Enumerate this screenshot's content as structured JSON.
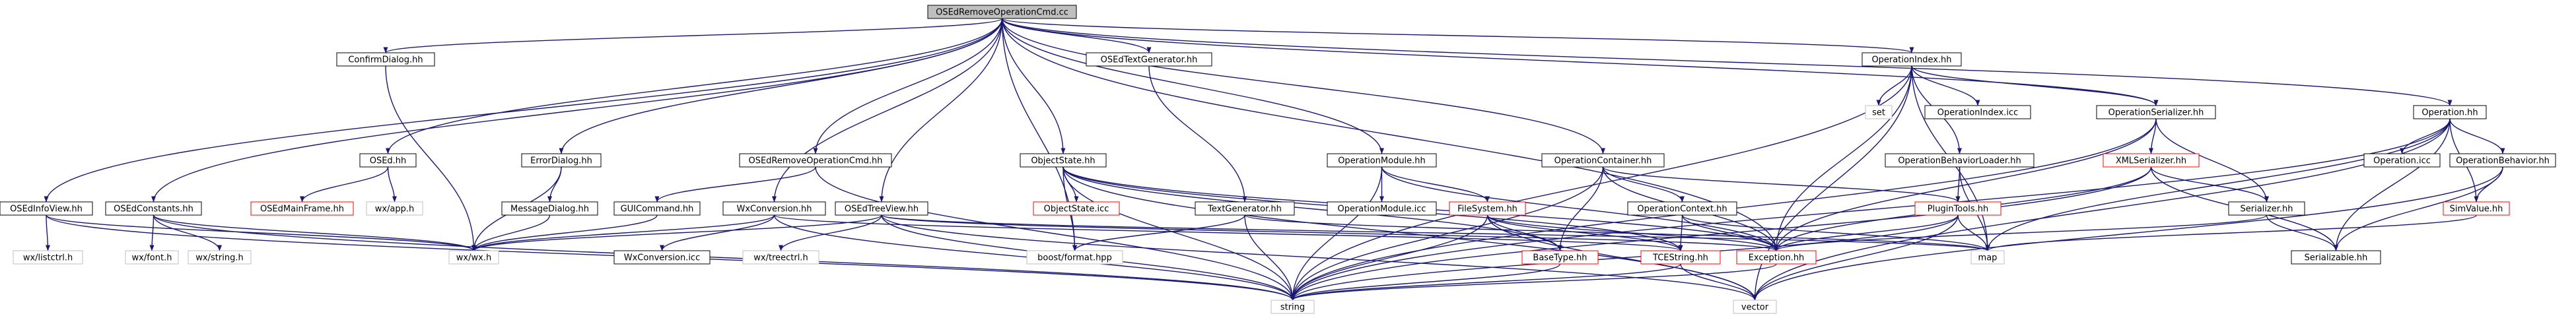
{
  "diagram": {
    "type": "include-dependency-graph",
    "root": "OSEdRemoveOperationCmd.cc",
    "colors": {
      "edge": "#191970",
      "root_fill": "#bfbfbf",
      "documented_border": "#000000",
      "undocumented_border": "#ff0000",
      "system_border": "#bfbfbf"
    },
    "nodes": [
      {
        "id": "root",
        "label": "OSEdRemoveOperationCmd.cc",
        "kind": "root"
      },
      {
        "id": "ConfirmDialog",
        "label": "ConfirmDialog.hh",
        "kind": "documented"
      },
      {
        "id": "OSEdTextGenerator",
        "label": "OSEdTextGenerator.hh",
        "kind": "documented"
      },
      {
        "id": "OperationIndex",
        "label": "OperationIndex.hh",
        "kind": "documented"
      },
      {
        "id": "OSEd",
        "label": "OSEd.hh",
        "kind": "documented"
      },
      {
        "id": "ErrorDialog",
        "label": "ErrorDialog.hh",
        "kind": "documented"
      },
      {
        "id": "OSEdRemoveOperationCmd",
        "label": "OSEdRemoveOperationCmd.hh",
        "kind": "documented"
      },
      {
        "id": "ObjectState",
        "label": "ObjectState.hh",
        "kind": "documented"
      },
      {
        "id": "OperationModule",
        "label": "OperationModule.hh",
        "kind": "documented"
      },
      {
        "id": "OperationContainer",
        "label": "OperationContainer.hh",
        "kind": "documented"
      },
      {
        "id": "set",
        "label": "set",
        "kind": "system"
      },
      {
        "id": "OperationIndexIcc",
        "label": "OperationIndex.icc",
        "kind": "documented"
      },
      {
        "id": "OperationSerializer",
        "label": "OperationSerializer.hh",
        "kind": "documented"
      },
      {
        "id": "Operation",
        "label": "Operation.hh",
        "kind": "documented"
      },
      {
        "id": "OSEdInfoView",
        "label": "OSEdInfoView.hh",
        "kind": "documented"
      },
      {
        "id": "OSEdConstants",
        "label": "OSEdConstants.hh",
        "kind": "documented"
      },
      {
        "id": "OSEdMainFrame",
        "label": "OSEdMainFrame.hh",
        "kind": "undocumented"
      },
      {
        "id": "wxapp",
        "label": "wx/app.h",
        "kind": "system"
      },
      {
        "id": "MessageDialog",
        "label": "MessageDialog.hh",
        "kind": "documented"
      },
      {
        "id": "GUICommand",
        "label": "GUICommand.hh",
        "kind": "documented"
      },
      {
        "id": "WxConversion",
        "label": "WxConversion.hh",
        "kind": "documented"
      },
      {
        "id": "OSEdTreeView",
        "label": "OSEdTreeView.hh",
        "kind": "documented"
      },
      {
        "id": "ObjectStateIcc",
        "label": "ObjectState.icc",
        "kind": "undocumented"
      },
      {
        "id": "TextGenerator",
        "label": "TextGenerator.hh",
        "kind": "documented"
      },
      {
        "id": "OperationModuleIcc",
        "label": "OperationModule.icc",
        "kind": "documented"
      },
      {
        "id": "FileSystem",
        "label": "FileSystem.hh",
        "kind": "undocumented"
      },
      {
        "id": "OperationContext",
        "label": "OperationContext.hh",
        "kind": "documented"
      },
      {
        "id": "OperationBehaviorLoader",
        "label": "OperationBehaviorLoader.hh",
        "kind": "documented"
      },
      {
        "id": "XMLSerializer",
        "label": "XMLSerializer.hh",
        "kind": "undocumented"
      },
      {
        "id": "Serializer",
        "label": "Serializer.hh",
        "kind": "documented"
      },
      {
        "id": "OperationIcc",
        "label": "Operation.icc",
        "kind": "documented"
      },
      {
        "id": "OperationBehavior",
        "label": "OperationBehavior.hh",
        "kind": "documented"
      },
      {
        "id": "SimValue",
        "label": "SimValue.hh",
        "kind": "undocumented"
      },
      {
        "id": "PluginTools",
        "label": "PluginTools.hh",
        "kind": "undocumented"
      },
      {
        "id": "wxlistctrl",
        "label": "wx/listctrl.h",
        "kind": "system"
      },
      {
        "id": "wxfont",
        "label": "wx/font.h",
        "kind": "system"
      },
      {
        "id": "wxstring",
        "label": "wx/string.h",
        "kind": "system"
      },
      {
        "id": "wxwx",
        "label": "wx/wx.h",
        "kind": "system"
      },
      {
        "id": "WxConversionIcc",
        "label": "WxConversion.icc",
        "kind": "documented"
      },
      {
        "id": "wxtreectrl",
        "label": "wx/treectrl.h",
        "kind": "system"
      },
      {
        "id": "boostformat",
        "label": "boost/format.hpp",
        "kind": "system"
      },
      {
        "id": "BaseType",
        "label": "BaseType.hh",
        "kind": "undocumented"
      },
      {
        "id": "TCEString",
        "label": "TCEString.hh",
        "kind": "undocumented"
      },
      {
        "id": "Exception",
        "label": "Exception.hh",
        "kind": "undocumented"
      },
      {
        "id": "map",
        "label": "map",
        "kind": "system"
      },
      {
        "id": "Serializable",
        "label": "Serializable.hh",
        "kind": "documented"
      },
      {
        "id": "string",
        "label": "string",
        "kind": "system"
      },
      {
        "id": "vector",
        "label": "vector",
        "kind": "system"
      }
    ],
    "edges": [
      [
        "root",
        "ConfirmDialog"
      ],
      [
        "root",
        "OSEdTextGenerator"
      ],
      [
        "root",
        "OperationIndex"
      ],
      [
        "root",
        "OSEd"
      ],
      [
        "root",
        "ErrorDialog"
      ],
      [
        "root",
        "OSEdRemoveOperationCmd"
      ],
      [
        "root",
        "ObjectState"
      ],
      [
        "root",
        "OperationModule"
      ],
      [
        "root",
        "OperationContainer"
      ],
      [
        "root",
        "OperationSerializer"
      ],
      [
        "root",
        "Operation"
      ],
      [
        "root",
        "OSEdInfoView"
      ],
      [
        "root",
        "OSEdConstants"
      ],
      [
        "root",
        "WxConversion"
      ],
      [
        "root",
        "OSEdTreeView"
      ],
      [
        "root",
        "boostformat"
      ],
      [
        "root",
        "Exception"
      ],
      [
        "ConfirmDialog",
        "wxwx"
      ],
      [
        "OSEdTextGenerator",
        "TextGenerator"
      ],
      [
        "OperationIndex",
        "set"
      ],
      [
        "OperationIndex",
        "OperationIndexIcc"
      ],
      [
        "OperationIndex",
        "OperationSerializer"
      ],
      [
        "OperationIndex",
        "OperationBehaviorLoader"
      ],
      [
        "OperationIndex",
        "Exception"
      ],
      [
        "OperationIndex",
        "map"
      ],
      [
        "OperationIndex",
        "string"
      ],
      [
        "OperationIndex",
        "vector"
      ],
      [
        "OSEd",
        "OSEdMainFrame"
      ],
      [
        "OSEd",
        "wxapp"
      ],
      [
        "ErrorDialog",
        "MessageDialog"
      ],
      [
        "ErrorDialog",
        "wxwx"
      ],
      [
        "OSEdRemoveOperationCmd",
        "GUICommand"
      ],
      [
        "OSEdRemoveOperationCmd",
        "string"
      ],
      [
        "ObjectState",
        "ObjectStateIcc"
      ],
      [
        "ObjectState",
        "boostformat"
      ],
      [
        "ObjectState",
        "string"
      ],
      [
        "ObjectState",
        "vector"
      ],
      [
        "ObjectState",
        "BaseType"
      ],
      [
        "ObjectState",
        "TCEString"
      ],
      [
        "ObjectState",
        "Exception"
      ],
      [
        "OperationModule",
        "OperationModuleIcc"
      ],
      [
        "OperationModule",
        "FileSystem"
      ],
      [
        "OperationModule",
        "string"
      ],
      [
        "OperationModule",
        "Exception"
      ],
      [
        "OperationContainer",
        "OperationContext"
      ],
      [
        "OperationContainer",
        "PluginTools"
      ],
      [
        "OperationContainer",
        "BaseType"
      ],
      [
        "OperationContainer",
        "Exception"
      ],
      [
        "OperationContainer",
        "string"
      ],
      [
        "OperationSerializer",
        "XMLSerializer"
      ],
      [
        "OperationSerializer",
        "Serializer"
      ],
      [
        "OperationSerializer",
        "Exception"
      ],
      [
        "OperationSerializer",
        "string"
      ],
      [
        "Operation",
        "OperationIcc"
      ],
      [
        "Operation",
        "OperationBehavior"
      ],
      [
        "Operation",
        "SimValue"
      ],
      [
        "Operation",
        "Serializable"
      ],
      [
        "Operation",
        "map"
      ],
      [
        "Operation",
        "string"
      ],
      [
        "Operation",
        "vector"
      ],
      [
        "OSEdInfoView",
        "wxlistctrl"
      ],
      [
        "OSEdInfoView",
        "wxwx"
      ],
      [
        "OSEdInfoView",
        "string"
      ],
      [
        "OSEdConstants",
        "wxfont"
      ],
      [
        "OSEdConstants",
        "wxstring"
      ],
      [
        "OSEdConstants",
        "wxwx"
      ],
      [
        "OSEdConstants",
        "string"
      ],
      [
        "MessageDialog",
        "wxwx"
      ],
      [
        "GUICommand",
        "wxwx"
      ],
      [
        "WxConversion",
        "WxConversionIcc"
      ],
      [
        "WxConversion",
        "wxwx"
      ],
      [
        "WxConversion",
        "TCEString"
      ],
      [
        "WxConversion",
        "string"
      ],
      [
        "OSEdTreeView",
        "wxtreectrl"
      ],
      [
        "OSEdTreeView",
        "wxwx"
      ],
      [
        "OSEdTreeView",
        "map"
      ],
      [
        "OSEdTreeView",
        "string"
      ],
      [
        "OSEdTreeView",
        "vector"
      ],
      [
        "OSEdTreeView",
        "Exception"
      ],
      [
        "TextGenerator",
        "boostformat"
      ],
      [
        "TextGenerator",
        "string"
      ],
      [
        "TextGenerator",
        "map"
      ],
      [
        "FileSystem",
        "TCEString"
      ],
      [
        "FileSystem",
        "BaseType"
      ],
      [
        "FileSystem",
        "Exception"
      ],
      [
        "FileSystem",
        "string"
      ],
      [
        "FileSystem",
        "vector"
      ],
      [
        "OperationContext",
        "TCEString"
      ],
      [
        "OperationContext",
        "Exception"
      ],
      [
        "OperationContext",
        "map"
      ],
      [
        "OperationBehaviorLoader",
        "PluginTools"
      ],
      [
        "OperationBehaviorLoader",
        "map"
      ],
      [
        "XMLSerializer",
        "Serializer"
      ],
      [
        "XMLSerializer",
        "Exception"
      ],
      [
        "XMLSerializer",
        "string"
      ],
      [
        "XMLSerializer",
        "Serializable"
      ],
      [
        "Serializer",
        "Serializable"
      ],
      [
        "Serializer",
        "Exception"
      ],
      [
        "OperationBehavior",
        "SimValue"
      ],
      [
        "OperationBehavior",
        "Serializable"
      ],
      [
        "OperationBehavior",
        "vector"
      ],
      [
        "PluginTools",
        "Exception"
      ],
      [
        "PluginTools",
        "map"
      ],
      [
        "PluginTools",
        "string"
      ],
      [
        "PluginTools",
        "vector"
      ],
      [
        "BaseType",
        "string"
      ],
      [
        "TCEString",
        "string"
      ],
      [
        "TCEString",
        "vector"
      ],
      [
        "Exception",
        "string"
      ],
      [
        "SimValue",
        "map"
      ]
    ]
  }
}
